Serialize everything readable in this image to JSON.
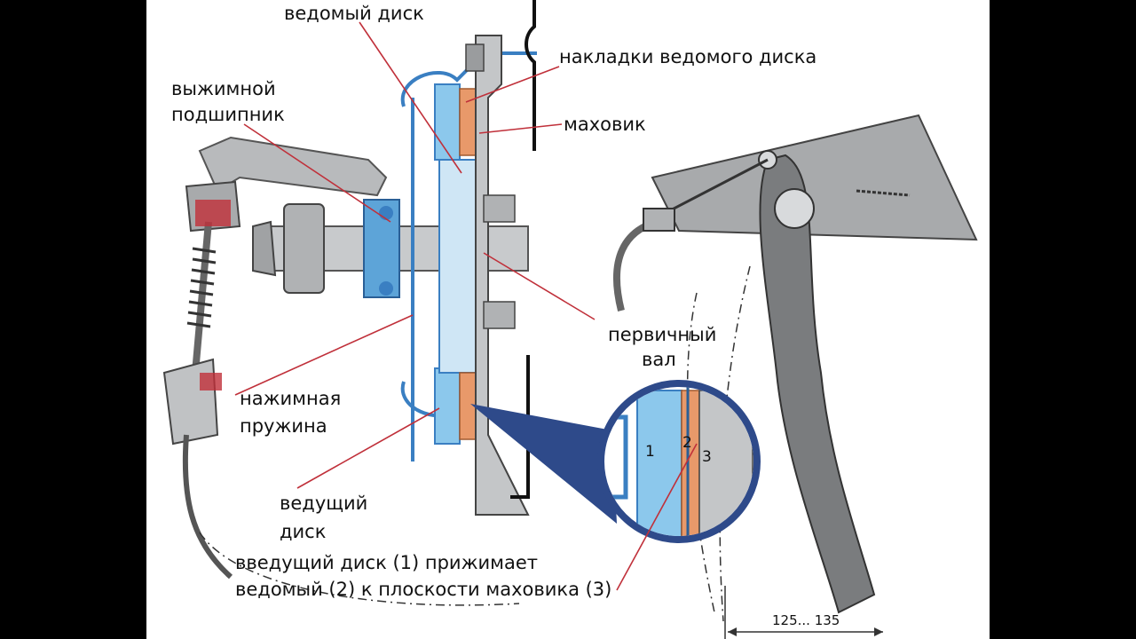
{
  "title": "Устройство сцепления",
  "labels": {
    "driven_disc": "ведомый диск",
    "driven_disc_linings": "накладки ведомого диска",
    "release_bearing_1": "выжимной",
    "release_bearing_2": "подшипник",
    "flywheel": "маховик",
    "input_shaft_1": "первичный",
    "input_shaft_2": "вал",
    "pressure_spring_1": "нажимная",
    "pressure_spring_2": "пружина",
    "drive_disc_1": "ведущий",
    "drive_disc_2": "диск",
    "caption_1": "введущий диск (1) прижимает",
    "caption_2": "ведомый (2) к плоскости маховика (3)",
    "pedal_travel": "125... 135"
  },
  "zoom_callout": {
    "part_1": "1",
    "part_2": "2",
    "part_3": "3"
  },
  "colors": {
    "leader_line": "#c0303a",
    "steel_blue": "#3a7fc2",
    "light_blue": "#8cc8ec",
    "lining_orange": "#e8996a",
    "metal_gray": "#c4c6c8",
    "callout_ring": "#2e4a8a"
  }
}
